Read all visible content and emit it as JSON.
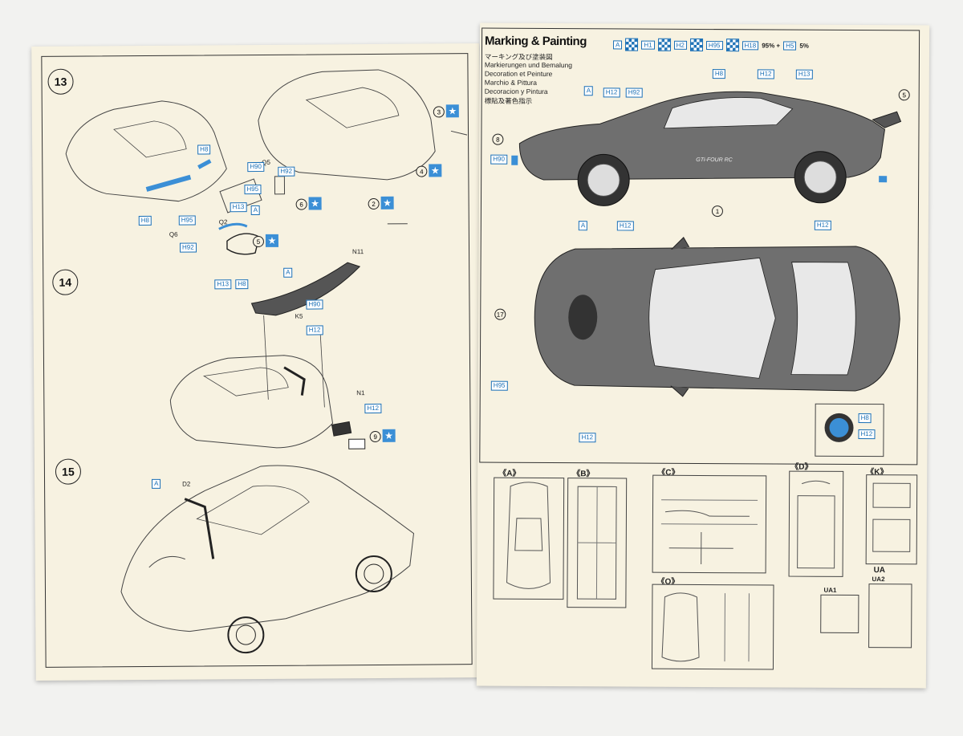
{
  "left_page": {
    "steps": [
      {
        "number": "13",
        "labels": {
          "h8_top": "H8",
          "q5": "Q5",
          "h90": "H90",
          "h92": "H92",
          "h95": "H95",
          "a": "A",
          "h13": "H13",
          "h8_bottom": "H8",
          "h95b": "H95",
          "q2": "Q2",
          "q6": "Q6",
          "h92b": "H92"
        },
        "parts": [
          "3",
          "4",
          "2",
          "6",
          "5"
        ]
      },
      {
        "number": "14",
        "labels": {
          "n11": "N11",
          "h13": "H13",
          "h8": "H8",
          "a": "A",
          "h90": "H90",
          "k5": "K5",
          "h12": "H12",
          "n1": "N1",
          "h12b": "H12"
        },
        "parts": [
          "9"
        ]
      },
      {
        "number": "15",
        "labels": {
          "a": "A",
          "d2": "D2"
        }
      }
    ]
  },
  "right_page": {
    "title": "Marking & Painting",
    "subtitles": [
      "マーキング及び塗装図",
      "Markierungen und Bemalung",
      "Decoration et Peinture",
      "Marchio & Pittura",
      "Decoracion y Pintura",
      "標貼及著色指示"
    ],
    "legend": [
      {
        "code": "A"
      },
      {
        "code": "H1"
      },
      {
        "code": "H2"
      },
      {
        "code": "H95"
      },
      {
        "code": "H18",
        "text": "95% +"
      },
      {
        "code": "H5",
        "text": "5%"
      }
    ],
    "side_view_labels": {
      "a": "A",
      "h12a": "H12",
      "h92": "H92",
      "h8": "H8",
      "h12b": "H12",
      "h13": "H13",
      "h90": "H90",
      "badge": "GTi-FOUR RC"
    },
    "side_view_parts": [
      "5",
      "8",
      "1"
    ],
    "top_view_labels": {
      "a": "A",
      "h12a": "H12",
      "h12b": "H12",
      "h95": "H95",
      "h12c": "H12",
      "inset_h8": "H8",
      "inset_h12": "H12"
    },
    "top_view_parts": [
      "17"
    ],
    "sprues": [
      {
        "name": "《A》"
      },
      {
        "name": "《B》"
      },
      {
        "name": "《C》"
      },
      {
        "name": "《D》"
      },
      {
        "name": "《K》"
      },
      {
        "name": "《Q》"
      },
      {
        "name": "UA"
      },
      {
        "name": "UA1"
      },
      {
        "name": "UA2"
      }
    ]
  },
  "colors": {
    "paper": "#f7f2e1",
    "line": "#333333",
    "accent_blue": "#3b8fd6",
    "car_gray": "#6f6f6f"
  }
}
